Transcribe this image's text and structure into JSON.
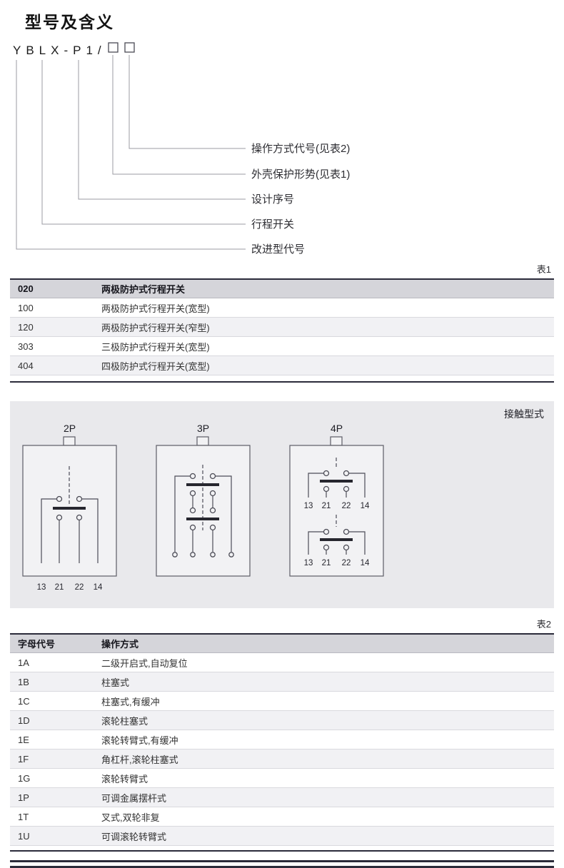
{
  "page": {
    "title": "型号及含义",
    "table1_tag": "表1",
    "table2_tag": "表2"
  },
  "model": {
    "code": "YBLX-P1/",
    "labels": [
      "操作方式代号(见表2)",
      "外壳保护形势(见表1)",
      "设计序号",
      "行程开关",
      "改进型代号"
    ]
  },
  "table1": {
    "header": [
      "020",
      "两极防护式行程开关"
    ],
    "rows": [
      [
        "100",
        "两极防护式行程开关(宽型)"
      ],
      [
        "120",
        "两极防护式行程开关(窄型)"
      ],
      [
        "303",
        "三极防护式行程开关(宽型)"
      ],
      [
        "404",
        "四极防护式行程开关(宽型)"
      ]
    ]
  },
  "contact_panel": {
    "title": "接触型式",
    "diagrams": [
      {
        "label": "2P",
        "terminals": [
          "13",
          "21",
          "22",
          "14"
        ]
      },
      {
        "label": "3P"
      },
      {
        "label": "4P",
        "terminal_rows": [
          [
            "13",
            "21",
            "22",
            "14"
          ],
          [
            "13",
            "21",
            "22",
            "14"
          ]
        ]
      }
    ]
  },
  "table2": {
    "header": [
      "字母代号",
      "操作方式"
    ],
    "rows": [
      [
        "1A",
        "二级开启式,自动复位"
      ],
      [
        "1B",
        "柱塞式"
      ],
      [
        "1C",
        "柱塞式,有缓冲"
      ],
      [
        "1D",
        "滚轮柱塞式"
      ],
      [
        "1E",
        "滚轮转臂式,有缓冲"
      ],
      [
        "1F",
        "角杠杆,滚轮柱塞式"
      ],
      [
        "1G",
        "滚轮转臂式"
      ],
      [
        "1P",
        "可调金属摆杆式"
      ],
      [
        "1T",
        "叉式,双轮非复"
      ],
      [
        "1U",
        "可调滚轮转臂式"
      ]
    ]
  }
}
